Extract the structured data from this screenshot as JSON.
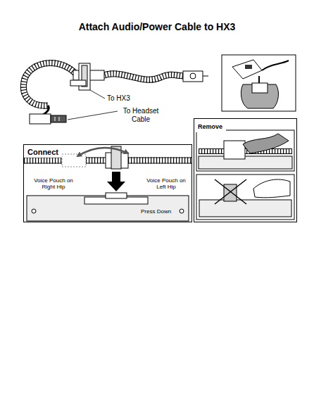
{
  "diagram": {
    "title": "Attach Audio/Power Cable to HX3",
    "nodes": [
      {
        "text": [
          "Connect"
        ]
      },
      {
        "text": [
          "Remove"
        ]
      }
    ],
    "labels": [
      "To HX3",
      "To Headset Cable",
      "Voice Pouch on Right Hip",
      "Voice Pouch on Left Hip",
      "Press Down"
    ]
  }
}
